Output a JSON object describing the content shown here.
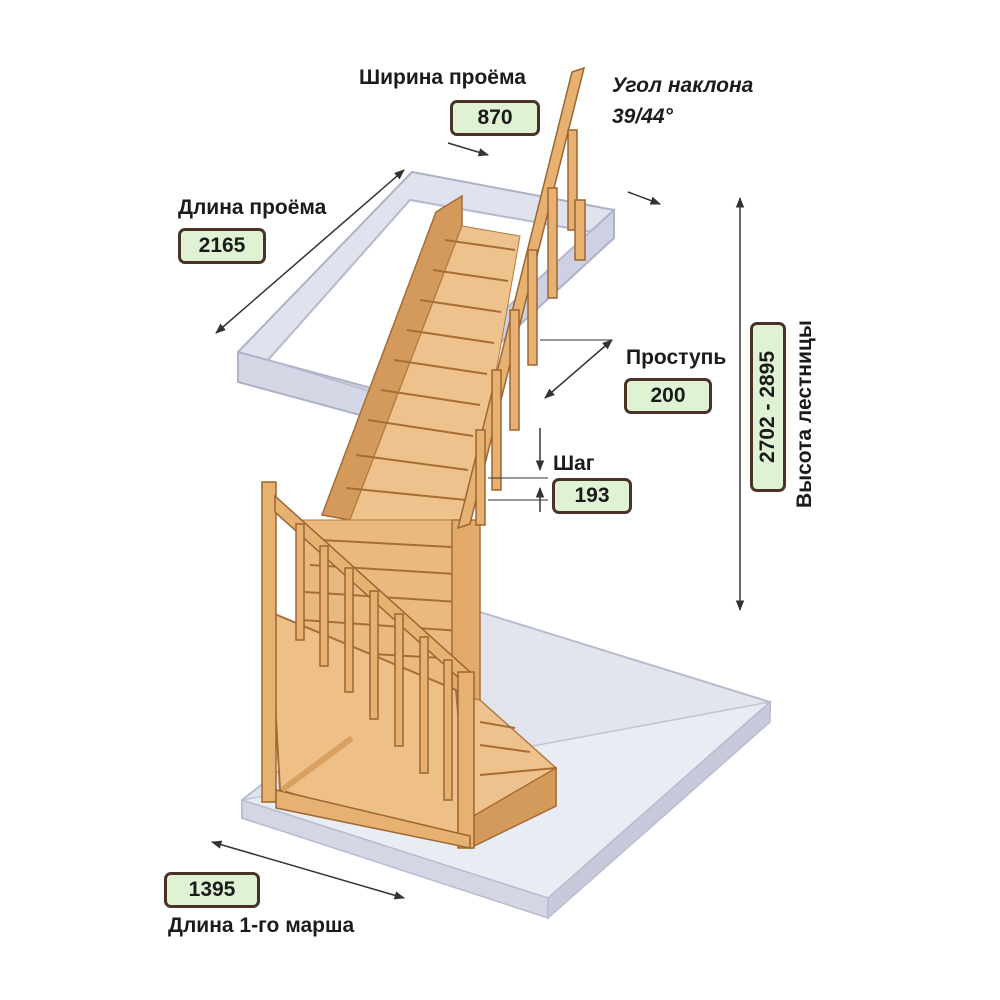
{
  "labels": {
    "opening_width": "Ширина проёма",
    "slope_angle": "Угол наклона",
    "slope_angle_value": "39/44°",
    "opening_length": "Длина проёма",
    "tread": "Проступь",
    "step": "Шаг",
    "stair_height": "Высота лестницы",
    "first_flight_length": "Длина 1-го марша"
  },
  "values": {
    "opening_width": "870",
    "opening_length": "2165",
    "tread": "200",
    "step": "193",
    "stair_height": "2702 - 2895",
    "first_flight_length": "1395"
  },
  "colors": {
    "badge_fill": "#dff3d4",
    "badge_border": "#4a3226",
    "wood": "#e8b47a",
    "wood_dark": "#c98d4e",
    "glass": "#d8dbe8"
  }
}
